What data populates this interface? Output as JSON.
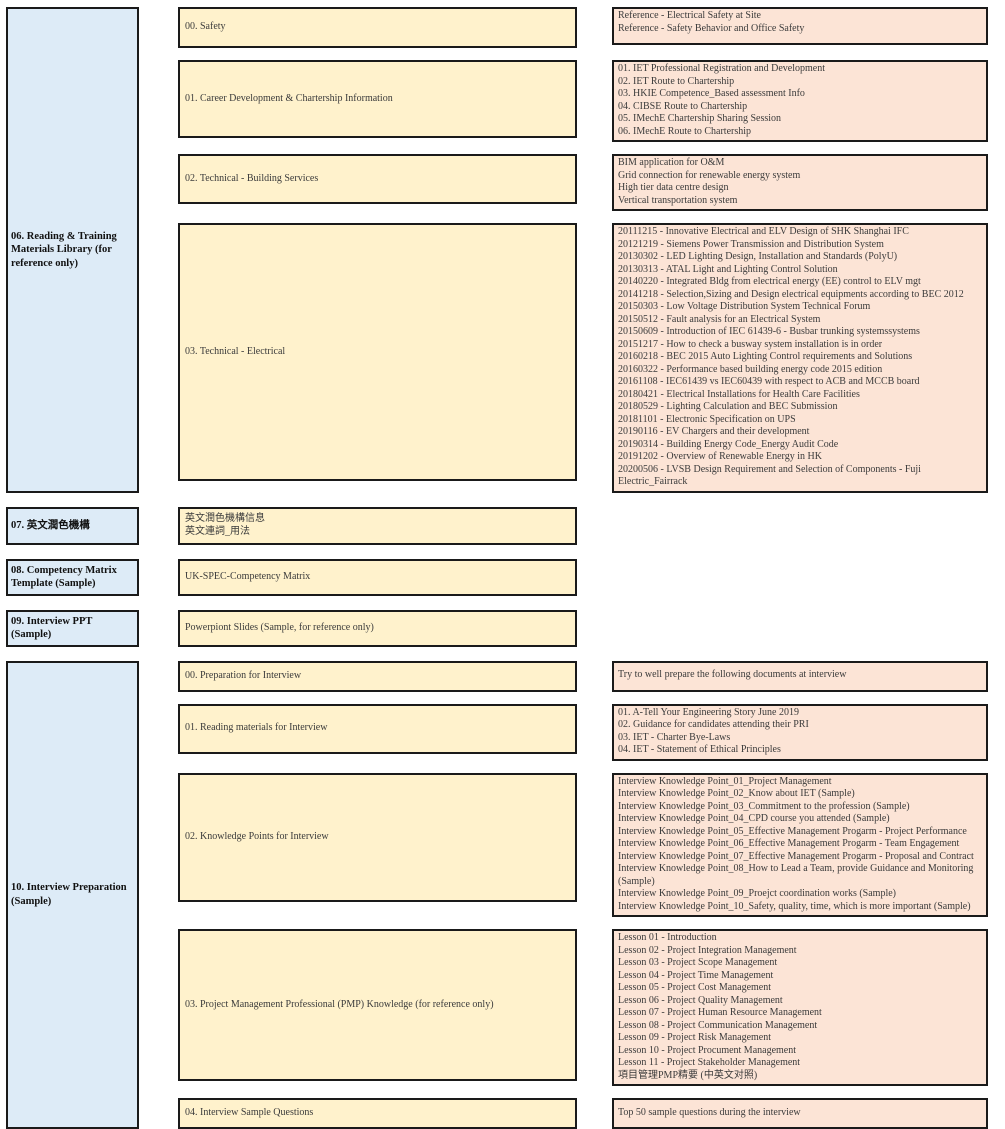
{
  "colors": {
    "category_bg": "#DDEBF7",
    "topic_bg": "#FFF2CC",
    "detail_bg": "#FCE4D6",
    "border": "#1A1A1A"
  },
  "sections": [
    {
      "label": "06. Reading & Training Materials Library (for reference only)",
      "rows": [
        {
          "mid": "00. Safety",
          "right": [
            "Reference - Electrical Safety at Site",
            "Reference - Safety Behavior and Office Safety"
          ]
        },
        {
          "mid": "01. Career Development & Chartership Information",
          "right": [
            "01. IET Professional Registration and Development",
            "02. IET Route to Chartership",
            "03. HKIE Competence_Based assessment Info",
            "04. CIBSE Route to Chartership",
            "05. IMechE Chartership Sharing Session",
            "06. IMechE Route to Chartership"
          ]
        },
        {
          "mid": "02. Technical - Building Services",
          "right": [
            "BIM application for O&M",
            "Grid connection for renewable energy system",
            "High tier data centre design",
            "Vertical transportation system"
          ]
        },
        {
          "mid": "03. Technical - Electrical",
          "right": [
            "20111215 - Innovative Electrical and ELV Design of SHK Shanghai IFC",
            "20121219 - Siemens Power Transmission and Distribution System",
            "20130302 - LED Lighting Design, Installation and Standards (PolyU)",
            "20130313 - ATAL Light and Lighting Control Solution",
            "20140220 - Integrated Bldg from electrical energy (EE) control to ELV mgt",
            "20141218 - Selection,Sizing and Design electrical equipments according to BEC 2012",
            "20150303 - Low Voltage Distribution System Technical Forum",
            "20150512 - Fault analysis for an Electrical System",
            "20150609 - Introduction of IEC 61439-6 - Busbar trunking systemssystems",
            "20151217 - How to check a busway system installation is in order",
            "20160218 - BEC 2015 Auto Lighting Control requirements and Solutions",
            "20160322 - Performance based building energy code 2015 edition",
            "20161108 - IEC61439 vs IEC60439 with respect to ACB and MCCB board",
            "20180421 - Electrical Installations for Health Care Facilities",
            "20180529 - Lighting Calculation and BEC Submission",
            "20181101 - Electronic Specification on UPS",
            "20190116 - EV Chargers and their development",
            "20190314 - Building Energy Code_Energy Audit Code",
            "20191202 - Overview of Renewable Energy in HK",
            "20200506 - LVSB Design Requirement and Selection of Components - Fuji Electric_Fairrack"
          ]
        }
      ]
    },
    {
      "label": "07. 英文潤色機構",
      "rows": [
        {
          "mid": [
            "英文潤色機構信息",
            "英文連詞_用法"
          ]
        }
      ]
    },
    {
      "label": "08. Competency Matrix Template (Sample)",
      "rows": [
        {
          "mid": "UK-SPEC-Competency Matrix"
        }
      ]
    },
    {
      "label": "09. Interview PPT (Sample)",
      "rows": [
        {
          "mid": "Powerpiont Slides (Sample, for reference only)"
        }
      ]
    },
    {
      "label": "10. Interview Preparation (Sample)",
      "rows": [
        {
          "mid": "00. Preparation for Interview",
          "right": [
            "Try to well prepare the following documents at interview"
          ]
        },
        {
          "mid": "01. Reading materials for Interview",
          "right": [
            "01. A-Tell Your Engineering Story June 2019",
            "02. Guidance for candidates attending their PRI",
            "03. IET - Charter Bye-Laws",
            "04. IET - Statement of Ethical Principles"
          ]
        },
        {
          "mid": "02. Knowledge Points for Interview",
          "right": [
            "Interview Knowledge Point_01_Project Management",
            "Interview Knowledge Point_02_Know about IET (Sample)",
            "Interview Knowledge Point_03_Commitment to the profession (Sample)",
            "Interview Knowledge Point_04_CPD course you attended (Sample)",
            "Interview Knowledge Point_05_Effective Management Progarm - Project Performance",
            "Interview Knowledge Point_06_Effective Management Progarm - Team Engagement",
            "Interview Knowledge Point_07_Effective Management Progarm - Proposal and Contract",
            "Interview Knowledge Point_08_How to Lead a Team, provide Guidance and Monitoring (Sample)",
            "Interview Knowledge Point_09_Proejct coordination works (Sample)",
            "Interview Knowledge Point_10_Safety, quality, time, which is more important (Sample)"
          ]
        },
        {
          "mid": "03. Project Management Professional (PMP) Knowledge (for reference only)",
          "right": [
            "Lesson 01 - Introduction",
            "Lesson 02 - Project Integration Management",
            "Lesson 03 - Project Scope Management",
            "Lesson 04 - Project Time Management",
            "Lesson 05 - Project Cost Management",
            "Lesson 06 - Project Quality Management",
            "Lesson 07 - Project Human Resource Management",
            "Lesson 08 - Project Communication Management",
            "Lesson 09 - Project Risk Management",
            "Lesson 10 - Project Procument Management",
            "Lesson 11 - Project Stakeholder Management",
            "項目管理PMP精要 (中英文对照)"
          ]
        },
        {
          "mid": "04. Interview Sample Questions",
          "right": [
            "Top 50 sample questions during the interview"
          ]
        }
      ]
    }
  ]
}
